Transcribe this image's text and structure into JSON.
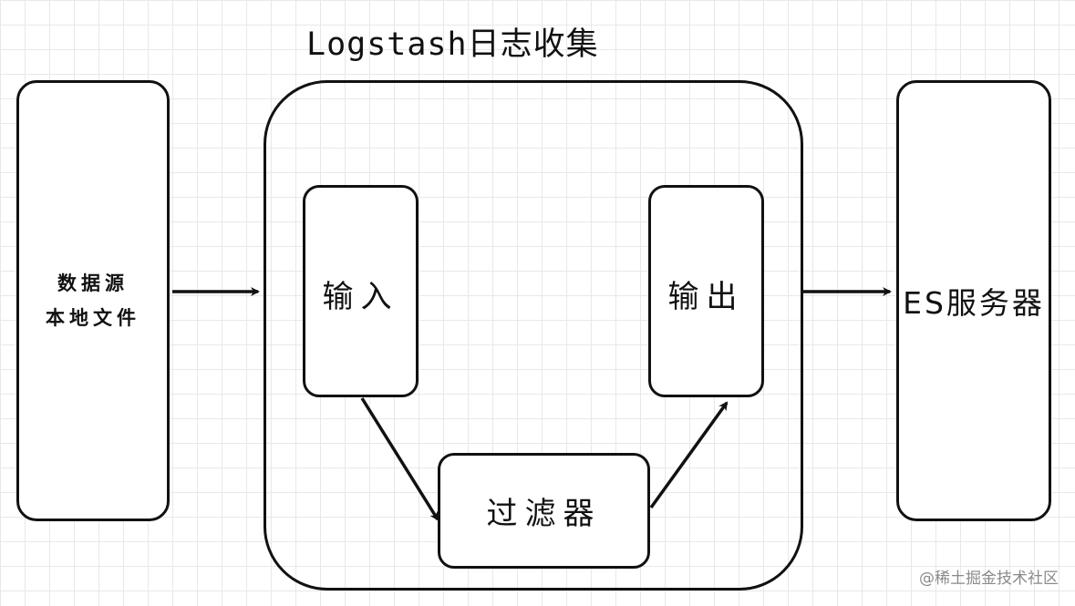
{
  "diagram": {
    "title": "Logstash日志收集",
    "source": {
      "line1": "数据源",
      "line2": "本地文件"
    },
    "input_label": "输入",
    "output_label": "输出",
    "filter_label": "过滤器",
    "es_label": "ES服务器"
  },
  "watermark": "@稀土掘金技术社区"
}
